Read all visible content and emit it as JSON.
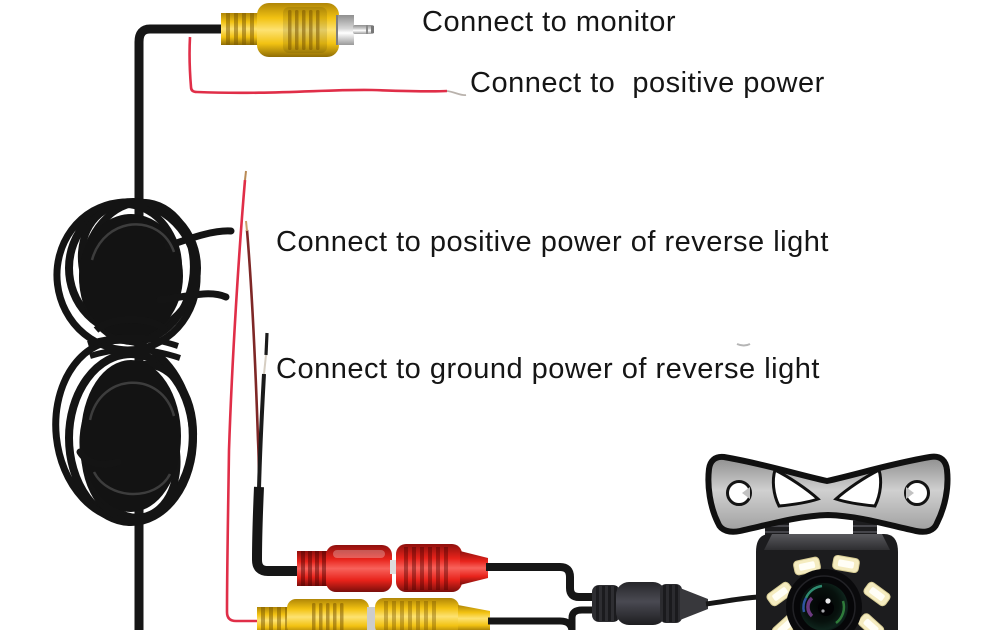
{
  "diagram": {
    "labels": {
      "monitor": "Connect to monitor",
      "positive_power": "Connect to  positive power",
      "reverse_light_positive": "Connect to positive power of reverse light",
      "reverse_light_ground": "Connect to ground power of reverse light"
    },
    "colors": {
      "background": "#ffffff",
      "text": "#151515",
      "cable_black": "#161616",
      "wire_red": "#e02e48",
      "wire_dark_red": "#7e2726",
      "rca_yellow": "#f2c212",
      "rca_red": "#e8231b",
      "metal_silver": "#d6d6d6",
      "connector_gray": "#4a4a52",
      "camera_body": "#1c1c1e",
      "bracket_gray": "#d0d0d0",
      "led_cream": "#f5ecc0"
    }
  }
}
